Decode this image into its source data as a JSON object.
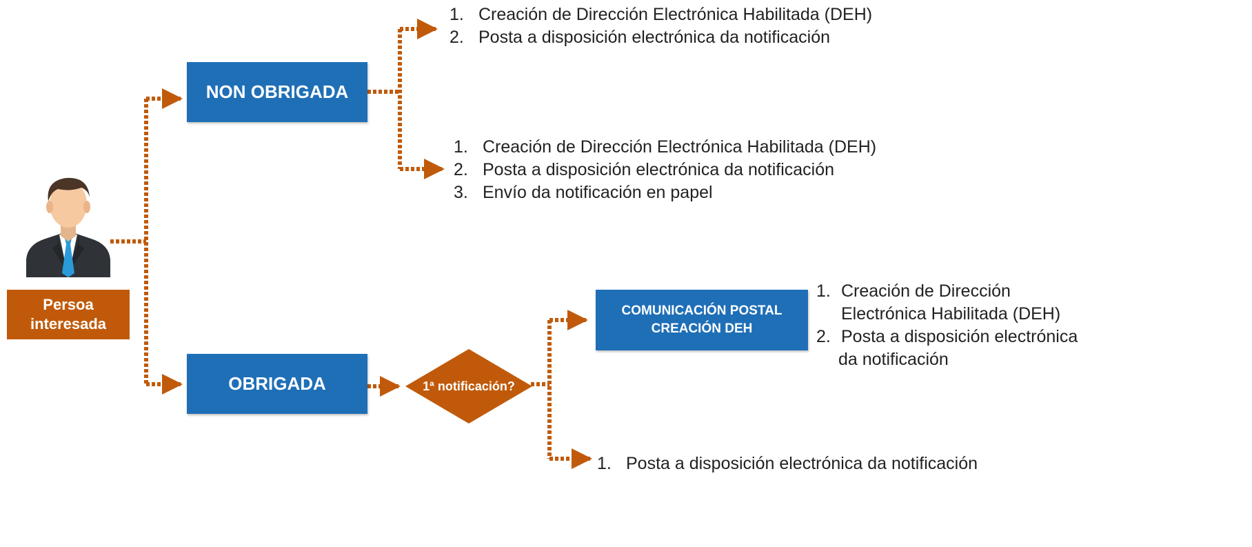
{
  "colors": {
    "box_blue": "#1f6fb7",
    "accent_orange": "#c05a0a",
    "connector": "#c05a0a"
  },
  "person": {
    "icon": "businessman-icon",
    "label_line1": "Persoa",
    "label_line2": "interesada"
  },
  "boxes": {
    "non_obrigada": "NON OBRIGADA",
    "obrigada": "OBRIGADA",
    "comunicacion_line1": "COMUNICACIÓN POSTAL",
    "comunicacion_line2": "CREACIÓN DEH"
  },
  "decision": {
    "label": "1ª notificación?"
  },
  "lists": {
    "top": [
      {
        "num": "1.",
        "text": "Creación de Dirección Electrónica Habilitada (DEH)"
      },
      {
        "num": "2.",
        "text": "Posta a disposición electrónica da notificación"
      }
    ],
    "middle": [
      {
        "num": "1.",
        "text": "Creación de Dirección Electrónica Habilitada (DEH)"
      },
      {
        "num": "2.",
        "text": "Posta a disposición electrónica da notificación"
      },
      {
        "num": "3.",
        "text": "Envío da notificación en papel"
      }
    ],
    "comunicacion": {
      "item1_num": "1.",
      "item1_line1": "Creación de Dirección",
      "item1_line2": "Electrónica Habilitada (DEH)",
      "item2_num": "2.",
      "item2_line1": "Posta a disposición electrónica",
      "item2_line2": "da notificación"
    },
    "bottom": [
      {
        "num": "1.",
        "text": "Posta a disposición electrónica da notificación"
      }
    ]
  }
}
